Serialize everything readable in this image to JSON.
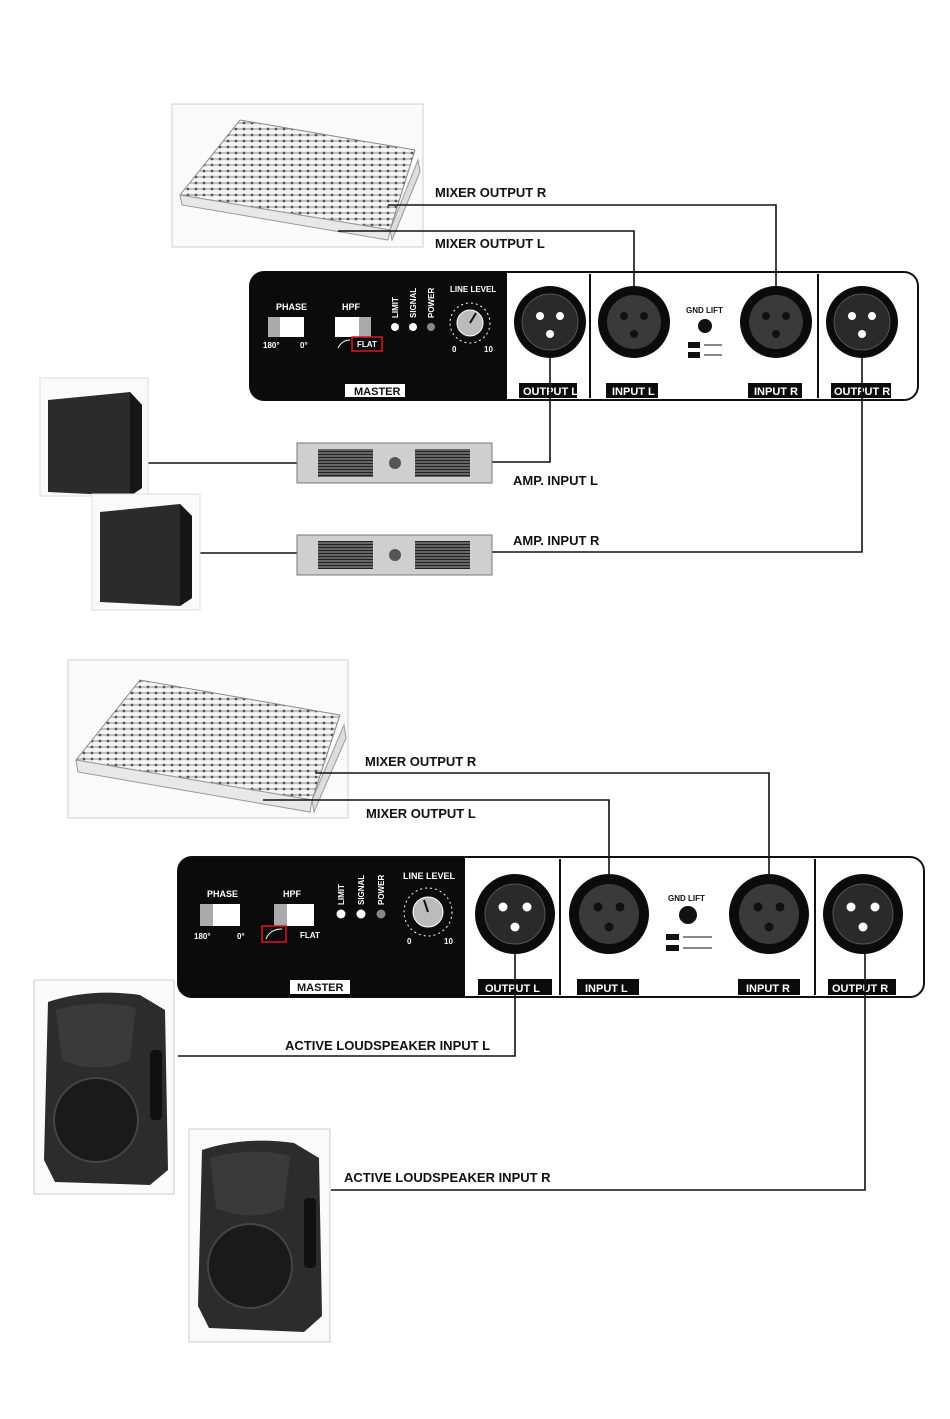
{
  "top": {
    "labels": {
      "mixer_output_r": "MIXER OUTPUT R",
      "mixer_output_l": "MIXER OUTPUT L",
      "amp_input_l": "AMP. INPUT L",
      "amp_input_r": "AMP. INPUT R"
    },
    "panel": {
      "phase": "PHASE",
      "phase_180": "180°",
      "phase_0": "0°",
      "hpf": "HPF",
      "flat": "FLAT",
      "limit": "LIMIT",
      "signal": "SIGNAL",
      "power": "POWER",
      "line_level": "LINE LEVEL",
      "knob_min": "0",
      "knob_max": "10",
      "master": "MASTER",
      "output_l": "OUTPUT L",
      "input_l": "INPUT L",
      "gnd_lift": "GND LIFT",
      "input_r": "INPUT R",
      "output_r": "OUTPUT R"
    }
  },
  "bottom": {
    "labels": {
      "mixer_output_r": "MIXER OUTPUT R",
      "mixer_output_l": "MIXER OUTPUT L",
      "speaker_input_l": "ACTIVE LOUDSPEAKER INPUT L",
      "speaker_input_r": "ACTIVE LOUDSPEAKER INPUT R"
    },
    "panel": {
      "phase": "PHASE",
      "phase_180": "180°",
      "phase_0": "0°",
      "hpf": "HPF",
      "flat": "FLAT",
      "limit": "LIMIT",
      "signal": "SIGNAL",
      "power": "POWER",
      "line_level": "LINE LEVEL",
      "knob_min": "0",
      "knob_max": "10",
      "master": "MASTER",
      "output_l": "OUTPUT L",
      "input_l": "INPUT L",
      "gnd_lift": "GND LIFT",
      "input_r": "INPUT R",
      "output_r": "OUTPUT R"
    }
  },
  "colors": {
    "panel_black": "#0b0b0b",
    "highlight_red": "#e0141e",
    "wire": "#111111"
  }
}
